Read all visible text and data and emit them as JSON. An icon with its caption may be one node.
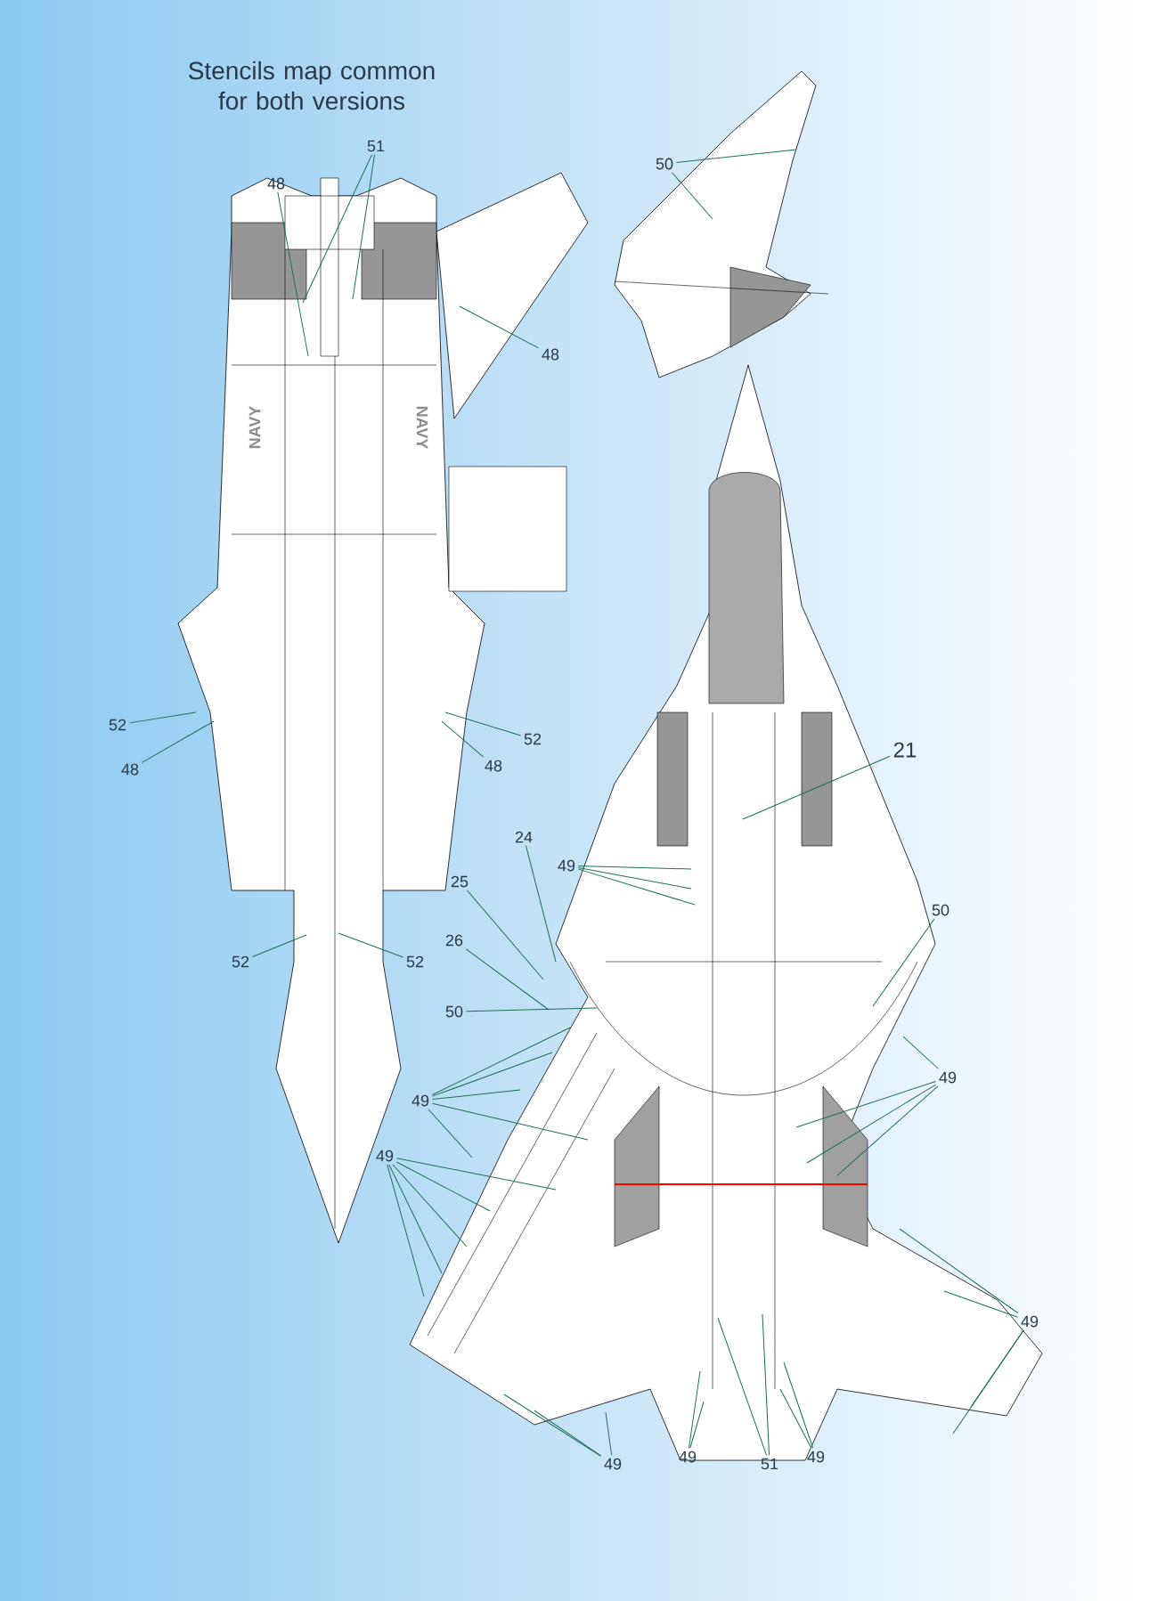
{
  "diagram": {
    "title": "Stencils map common for both versions",
    "nodes": [
      {
        "text": [
          "51"
        ]
      },
      {
        "text": [
          "48"
        ]
      },
      {
        "text": [
          "48"
        ]
      },
      {
        "text": [
          "50"
        ]
      },
      {
        "text": [
          "52"
        ]
      },
      {
        "text": [
          "48"
        ]
      },
      {
        "text": [
          "52"
        ]
      },
      {
        "text": [
          "48"
        ]
      },
      {
        "text": [
          "52"
        ]
      },
      {
        "text": [
          "52"
        ]
      },
      {
        "text": [
          "21"
        ]
      },
      {
        "text": [
          "49"
        ]
      },
      {
        "text": [
          "24"
        ]
      },
      {
        "text": [
          "25"
        ]
      },
      {
        "text": [
          "26"
        ]
      },
      {
        "text": [
          "50"
        ]
      },
      {
        "text": [
          "50"
        ]
      },
      {
        "text": [
          "49"
        ]
      },
      {
        "text": [
          "49"
        ]
      },
      {
        "text": [
          "49"
        ]
      },
      {
        "text": [
          "49"
        ]
      },
      {
        "text": [
          "49"
        ]
      },
      {
        "text": [
          "51"
        ]
      },
      {
        "text": [
          "49"
        ]
      },
      {
        "text": [
          "49"
        ]
      }
    ],
    "edges": [
      {
        "from": 0,
        "to": null,
        "arrow": "none"
      },
      {
        "from": 0,
        "to": null,
        "arrow": "none"
      },
      {
        "from": 1,
        "to": null,
        "arrow": "none"
      },
      {
        "from": 2,
        "to": null,
        "arrow": "none"
      },
      {
        "from": 3,
        "to": null,
        "arrow": "none"
      },
      {
        "from": 3,
        "to": null,
        "arrow": "none"
      },
      {
        "from": 4,
        "to": null,
        "arrow": "none"
      },
      {
        "from": 5,
        "to": null,
        "arrow": "none"
      },
      {
        "from": 6,
        "to": null,
        "arrow": "none"
      },
      {
        "from": 7,
        "to": null,
        "arrow": "none"
      },
      {
        "from": 8,
        "to": null,
        "arrow": "none"
      },
      {
        "from": 9,
        "to": null,
        "arrow": "none"
      },
      {
        "from": 10,
        "to": null,
        "arrow": "none"
      },
      {
        "from": 11,
        "to": null,
        "arrow": "none"
      },
      {
        "from": 11,
        "to": null,
        "arrow": "none"
      },
      {
        "from": 11,
        "to": null,
        "arrow": "none"
      },
      {
        "from": 12,
        "to": null,
        "arrow": "none"
      },
      {
        "from": 13,
        "to": null,
        "arrow": "none"
      },
      {
        "from": 14,
        "to": null,
        "arrow": "none"
      },
      {
        "from": 15,
        "to": null,
        "arrow": "none"
      },
      {
        "from": 16,
        "to": null,
        "arrow": "none"
      },
      {
        "from": 17,
        "to": null,
        "arrow": "none"
      },
      {
        "from": 17,
        "to": null,
        "arrow": "none"
      },
      {
        "from": 17,
        "to": null,
        "arrow": "none"
      },
      {
        "from": 17,
        "to": null,
        "arrow": "none"
      },
      {
        "from": 18,
        "to": null,
        "arrow": "none"
      },
      {
        "from": 18,
        "to": null,
        "arrow": "none"
      },
      {
        "from": 18,
        "to": null,
        "arrow": "none"
      },
      {
        "from": 18,
        "to": null,
        "arrow": "none"
      },
      {
        "from": 18,
        "to": null,
        "arrow": "none"
      },
      {
        "from": 19,
        "to": null,
        "arrow": "none"
      },
      {
        "from": 19,
        "to": null,
        "arrow": "none"
      },
      {
        "from": 19,
        "to": null,
        "arrow": "none"
      },
      {
        "from": 19,
        "to": null,
        "arrow": "none"
      },
      {
        "from": 19,
        "to": null,
        "arrow": "none"
      },
      {
        "from": 20,
        "to": null,
        "arrow": "none"
      },
      {
        "from": 20,
        "to": null,
        "arrow": "none"
      },
      {
        "from": 20,
        "to": null,
        "arrow": "none"
      },
      {
        "from": 21,
        "to": null,
        "arrow": "none"
      },
      {
        "from": 21,
        "to": null,
        "arrow": "none"
      },
      {
        "from": 22,
        "to": null,
        "arrow": "none"
      },
      {
        "from": 22,
        "to": null,
        "arrow": "none"
      },
      {
        "from": 23,
        "to": null,
        "arrow": "none"
      },
      {
        "from": 23,
        "to": null,
        "arrow": "none"
      },
      {
        "from": 24,
        "to": null,
        "arrow": "none"
      },
      {
        "from": 24,
        "to": null,
        "arrow": "none"
      },
      {
        "from": 24,
        "to": null,
        "arrow": "none"
      },
      {
        "from": 24,
        "to": null,
        "arrow": "none"
      }
    ],
    "labels": [
      "NAVY",
      "NAVY"
    ]
  }
}
